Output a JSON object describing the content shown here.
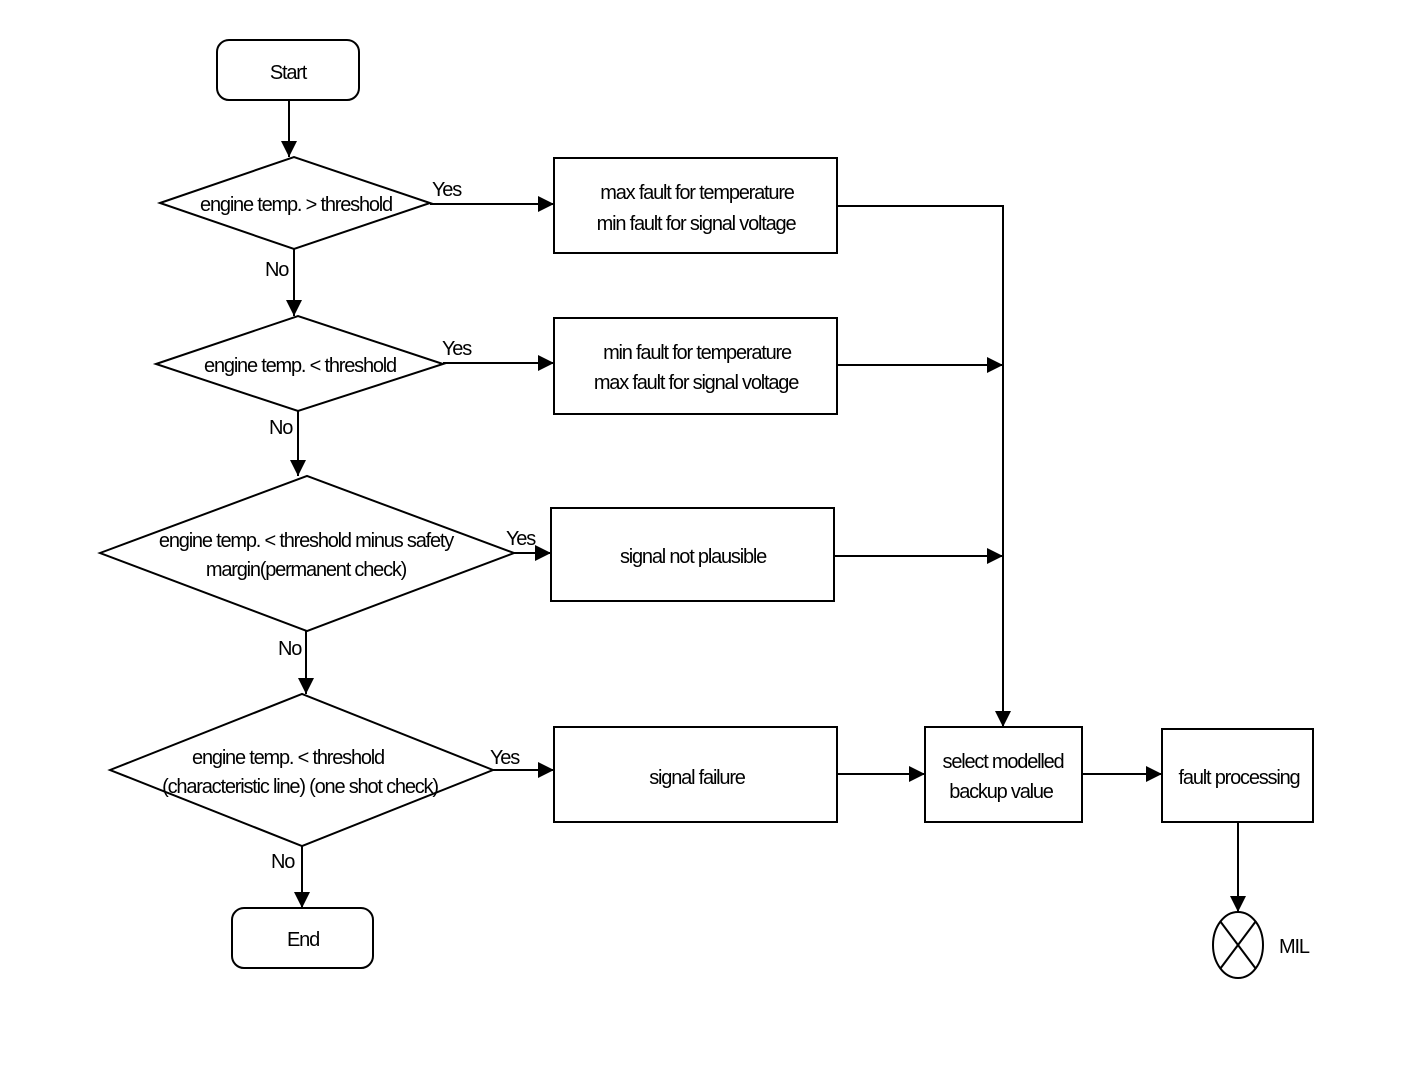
{
  "flowchart": {
    "start": "Start",
    "end": "End",
    "decisions": [
      {
        "lines": [
          "engine temp. > threshold"
        ],
        "yes": "Yes",
        "no": "No"
      },
      {
        "lines": [
          "engine temp. < threshold"
        ],
        "yes": "Yes",
        "no": "No"
      },
      {
        "lines": [
          "engine temp.  < threshold minus safety",
          "margin(permanent check)"
        ],
        "yes": "Yes",
        "no": "No"
      },
      {
        "lines": [
          "engine temp. < threshold",
          "(characteristic line) (one shot check)"
        ],
        "yes": "Yes",
        "no": "No"
      }
    ],
    "results": [
      {
        "lines": [
          "max fault for temperature",
          "min fault for signal voltage"
        ]
      },
      {
        "lines": [
          "min fault for temperature",
          "max fault for signal voltage"
        ]
      },
      {
        "lines": [
          "signal not plausible"
        ]
      },
      {
        "lines": [
          "signal failure"
        ]
      }
    ],
    "backup": {
      "lines": [
        "select modelled",
        "backup value"
      ]
    },
    "fault_processing": "fault processing",
    "mil": "MIL"
  }
}
